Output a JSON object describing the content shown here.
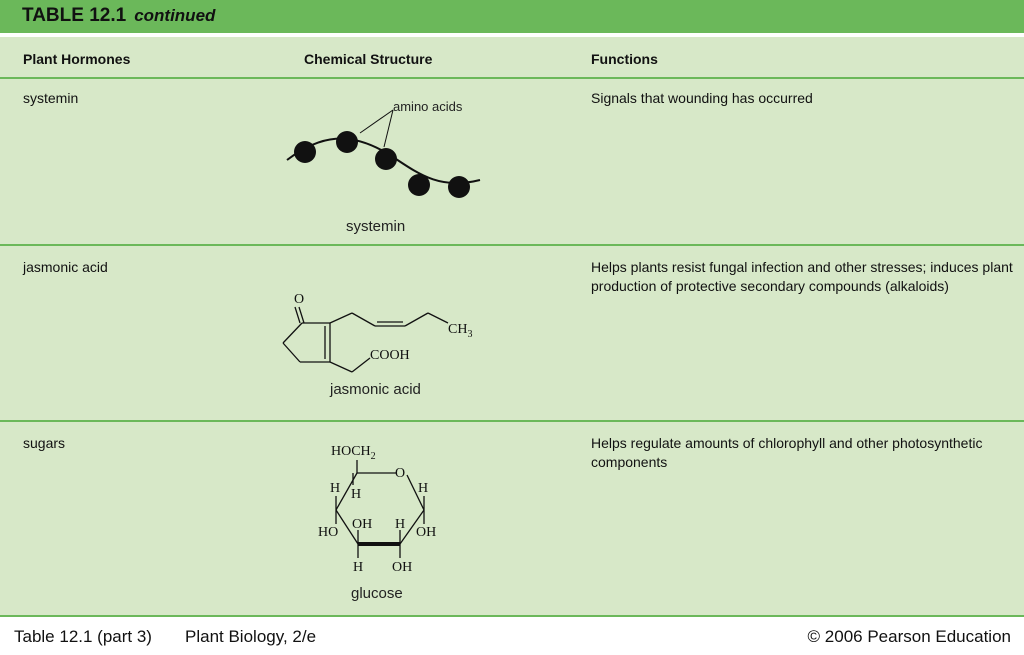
{
  "header": {
    "title": "TABLE 12.1",
    "subtitle": "continued"
  },
  "columns": [
    "Plant Hormones",
    "Chemical Structure",
    "Functions"
  ],
  "rows": [
    {
      "hormone": "systemin",
      "caption": "systemin",
      "label": "amino acids",
      "function": "Signals that wounding has occurred"
    },
    {
      "hormone": "jasmonic acid",
      "caption": "jasmonic acid",
      "function": "Helps plants resist fungal infection and other stresses; induces plant production of protective secondary compounds (alkaloids)",
      "atoms": {
        "oxygen": "O",
        "ch3": "CH3",
        "cooh": "COOH"
      }
    },
    {
      "hormone": "sugars",
      "caption": "glucose",
      "function": "Helps regulate amounts of chlorophyll and other photosynthetic components",
      "atoms": {
        "hoch2": "HOCH2",
        "o": "O",
        "h": "H",
        "oh": "OH",
        "ho": "HO"
      }
    }
  ],
  "footer": {
    "left": "Table 12.1 (part 3)",
    "middle": "Plant Biology, 2/e",
    "right": "© 2006 Pearson Education"
  }
}
